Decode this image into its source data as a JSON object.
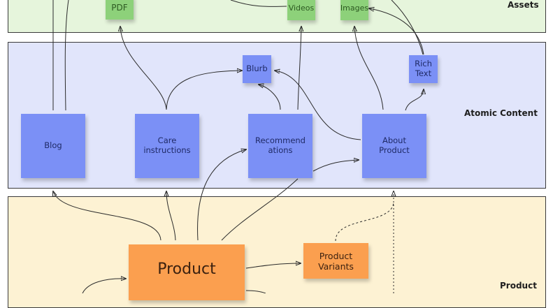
{
  "layers": {
    "assets": {
      "title": "Assets",
      "color": "#e6f5dc"
    },
    "atomic": {
      "title": "Atomic Content",
      "color": "#e1e5fb"
    },
    "product": {
      "title": "Product",
      "color": "#fdf2d3"
    }
  },
  "nodes": {
    "pdf": {
      "label": "PDF",
      "color": "#8dd17a"
    },
    "videos": {
      "label": "Videos",
      "color": "#8dd17a"
    },
    "images": {
      "label": "Images",
      "color": "#8dd17a"
    },
    "blurb": {
      "label": "Blurb",
      "color": "#7b90f6"
    },
    "rich_text": {
      "label": "Rich\nText",
      "color": "#7b90f6"
    },
    "blog": {
      "label": "Blog",
      "color": "#7b90f6"
    },
    "care_instructions": {
      "label": "Care\ninstructions",
      "color": "#7b90f6"
    },
    "recommendations": {
      "label": "Recommend\nations",
      "color": "#7b90f6"
    },
    "about_product": {
      "label": "About\nProduct",
      "color": "#7b90f6"
    },
    "product": {
      "label": "Product",
      "color": "#fb9f4f"
    },
    "product_variants": {
      "label": "Product\nVariants",
      "color": "#fb9f4f"
    }
  }
}
